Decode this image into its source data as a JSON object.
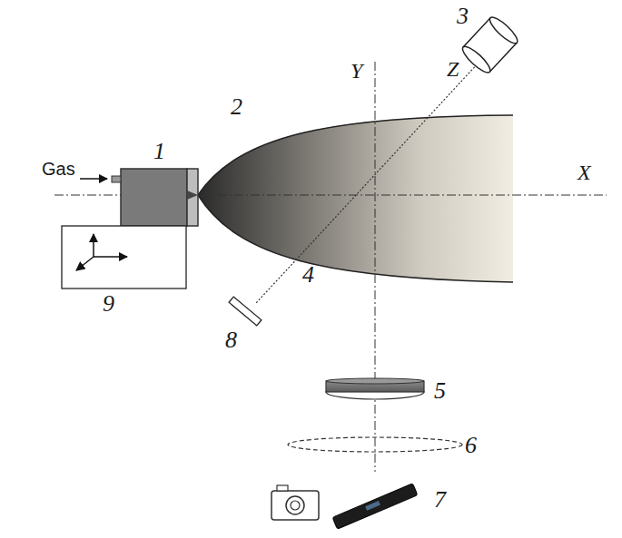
{
  "diagram": {
    "labels": [
      "Gas",
      "1",
      "2",
      "3",
      "Y",
      "Z",
      "X",
      "4",
      "5",
      "6",
      "7",
      "8",
      "9"
    ]
  }
}
